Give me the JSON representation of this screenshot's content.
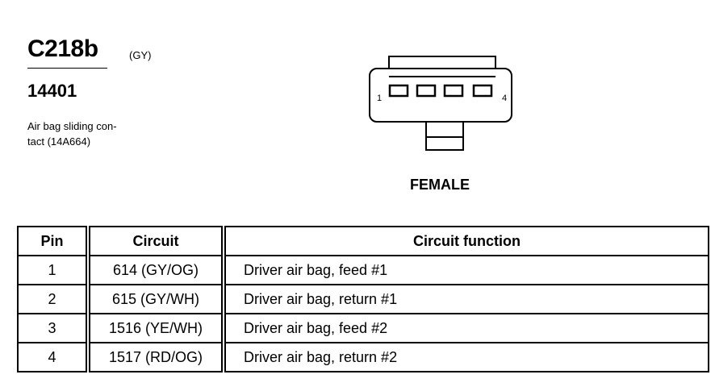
{
  "connector": {
    "id": "C218b",
    "color_code": "(GY)",
    "part_number": "14401",
    "description_lines": [
      "Air bag sliding con-",
      "tact (14A664)"
    ]
  },
  "drawing": {
    "pin_first_label": "1",
    "pin_last_label": "4",
    "gender": "FEMALE"
  },
  "table": {
    "headers": {
      "pin": "Pin",
      "circuit": "Circuit",
      "function": "Circuit function"
    },
    "rows": [
      {
        "pin": "1",
        "circuit": "614 (GY/OG)",
        "function": "Driver air bag, feed #1"
      },
      {
        "pin": "2",
        "circuit": "615 (GY/WH)",
        "function": "Driver air bag, return #1"
      },
      {
        "pin": "3",
        "circuit": "1516 (YE/WH)",
        "function": "Driver air bag, feed #2"
      },
      {
        "pin": "4",
        "circuit": "1517 (RD/OG)",
        "function": "Driver air bag, return #2"
      }
    ]
  }
}
